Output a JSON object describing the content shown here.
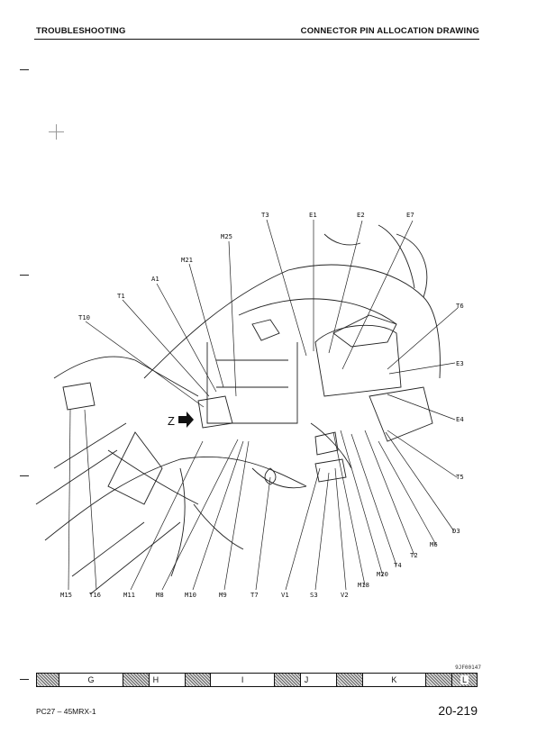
{
  "header": {
    "left": "TROUBLESHOOTING",
    "right": "CONNECTOR PIN ALLOCATION DRAWING"
  },
  "diagram": {
    "labels_top": [
      "T3",
      "E1",
      "E2",
      "E7",
      "M25",
      "M21",
      "A1",
      "T1",
      "T10",
      "T6",
      "E3",
      "E4",
      "T5",
      "D3",
      "M6",
      "T2",
      "T4",
      "M20",
      "M18"
    ],
    "labels_bottom": [
      "M15",
      "T16",
      "M11",
      "M8",
      "M10",
      "M9",
      "T7",
      "V1",
      "S3",
      "V2"
    ],
    "view_label": "Z",
    "figure_code": "9JF00147"
  },
  "grid_bar": {
    "cells": [
      "",
      "G",
      "",
      "H",
      "",
      "I",
      "",
      "J",
      "",
      "K",
      "",
      "L"
    ]
  },
  "footer": {
    "left": "PC27 – 45MRX-1",
    "right": "20-219"
  }
}
